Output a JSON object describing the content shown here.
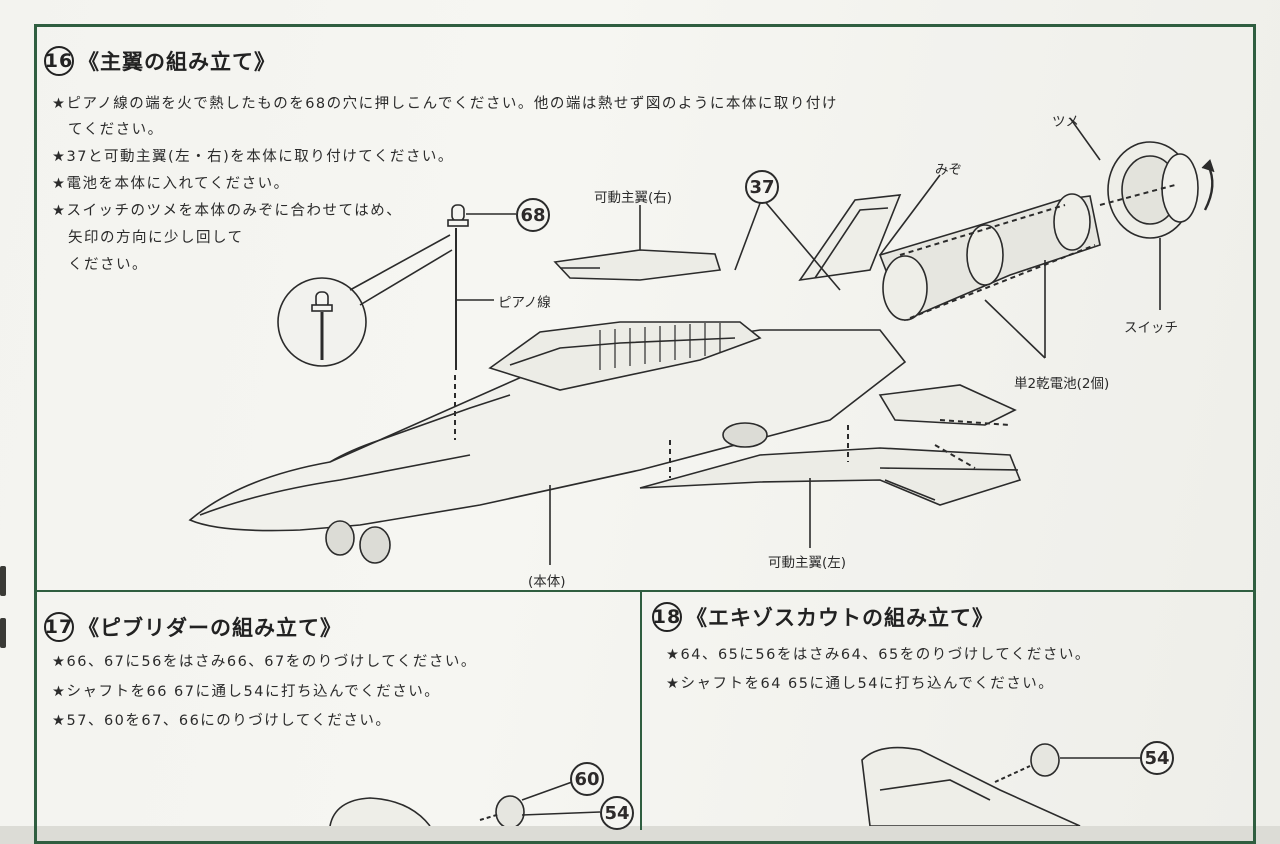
{
  "section16": {
    "number": "16",
    "title": "《主翼の組み立て》",
    "lines": [
      "★ピアノ線の端を火で熱したものを68の穴に押しこんでください。他の端は熱せず図のように本体に取り付け",
      "てください。",
      "★37と可動主翼(左・右)を本体に取り付けてください。",
      "★電池を本体に入れてください。",
      "★スイッチのツメを本体のみぞに合わせてはめ、",
      "矢印の方向に少し回して",
      "ください。"
    ],
    "labels": {
      "part68": "68",
      "piano_wire": "ピアノ線",
      "right_wing": "可動主翼(右)",
      "part37": "37",
      "groove": "みぞ",
      "claw": "ツメ",
      "switch": "スイッチ",
      "batteries": "単2乾電池(2個)",
      "left_wing": "可動主翼(左)",
      "body": "(本体)"
    }
  },
  "section17": {
    "number": "17",
    "title": "《ピブリダーの組み立て》",
    "lines": [
      "★66、67に56をはさみ66、67をのりづけしてください。",
      "★シャフトを66 67に通し54に打ち込んでください。",
      "★57、60を67、66にのりづけしてください。"
    ],
    "labels": {
      "part60": "60",
      "part54": "54"
    }
  },
  "section18": {
    "number": "18",
    "title": "《エキゾスカウトの組み立て》",
    "lines": [
      "★64、65に56をはさみ64、65をのりづけしてください。",
      "★シャフトを64 65に通し54に打ち込んでください。"
    ],
    "labels": {
      "part54": "54"
    }
  },
  "colors": {
    "frame": "#2f5e40",
    "ink": "#2b2b2b",
    "paper": "#f4f4f0"
  }
}
